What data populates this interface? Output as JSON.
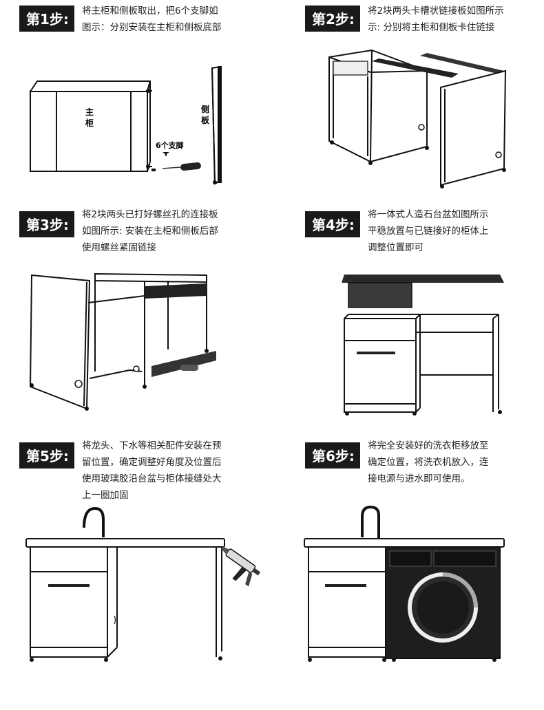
{
  "steps": [
    {
      "badge": "第1步:",
      "lines": [
        "将主柜和侧板取出，把6个支脚如",
        "图示：分别安装在主柜和侧板底部"
      ],
      "labels": {
        "main_cabinet": "主柜",
        "side_panel": "侧板",
        "legs": "6个支脚"
      }
    },
    {
      "badge": "第2步:",
      "lines": [
        "将2块两头卡槽状链接板如图所示",
        "示: 分别将主柜和侧板卡住链接"
      ]
    },
    {
      "badge": "第3步:",
      "lines": [
        "将2块两头已打好螺丝孔的连接板",
        "如图所示: 安装在主柜和侧板后部",
        "使用螺丝紧固链接"
      ]
    },
    {
      "badge": "第4步:",
      "lines": [
        "将一体式人造石台盆如图所示",
        "平稳放置与已链接好的柜体上",
        "调整位置即可"
      ]
    },
    {
      "badge": "第5步:",
      "lines": [
        "将龙头、下水等相关配件安装在预",
        "留位置，确定调整好角度及位置后",
        "使用玻璃胶沿台盆与柜体接缝处大",
        "上一圈加固"
      ]
    },
    {
      "badge": "第6步:",
      "lines": [
        "将完全安装好的洗衣柜移放至",
        "确定位置，将洗衣机放入，连",
        "接电源与进水即可使用。"
      ]
    }
  ]
}
